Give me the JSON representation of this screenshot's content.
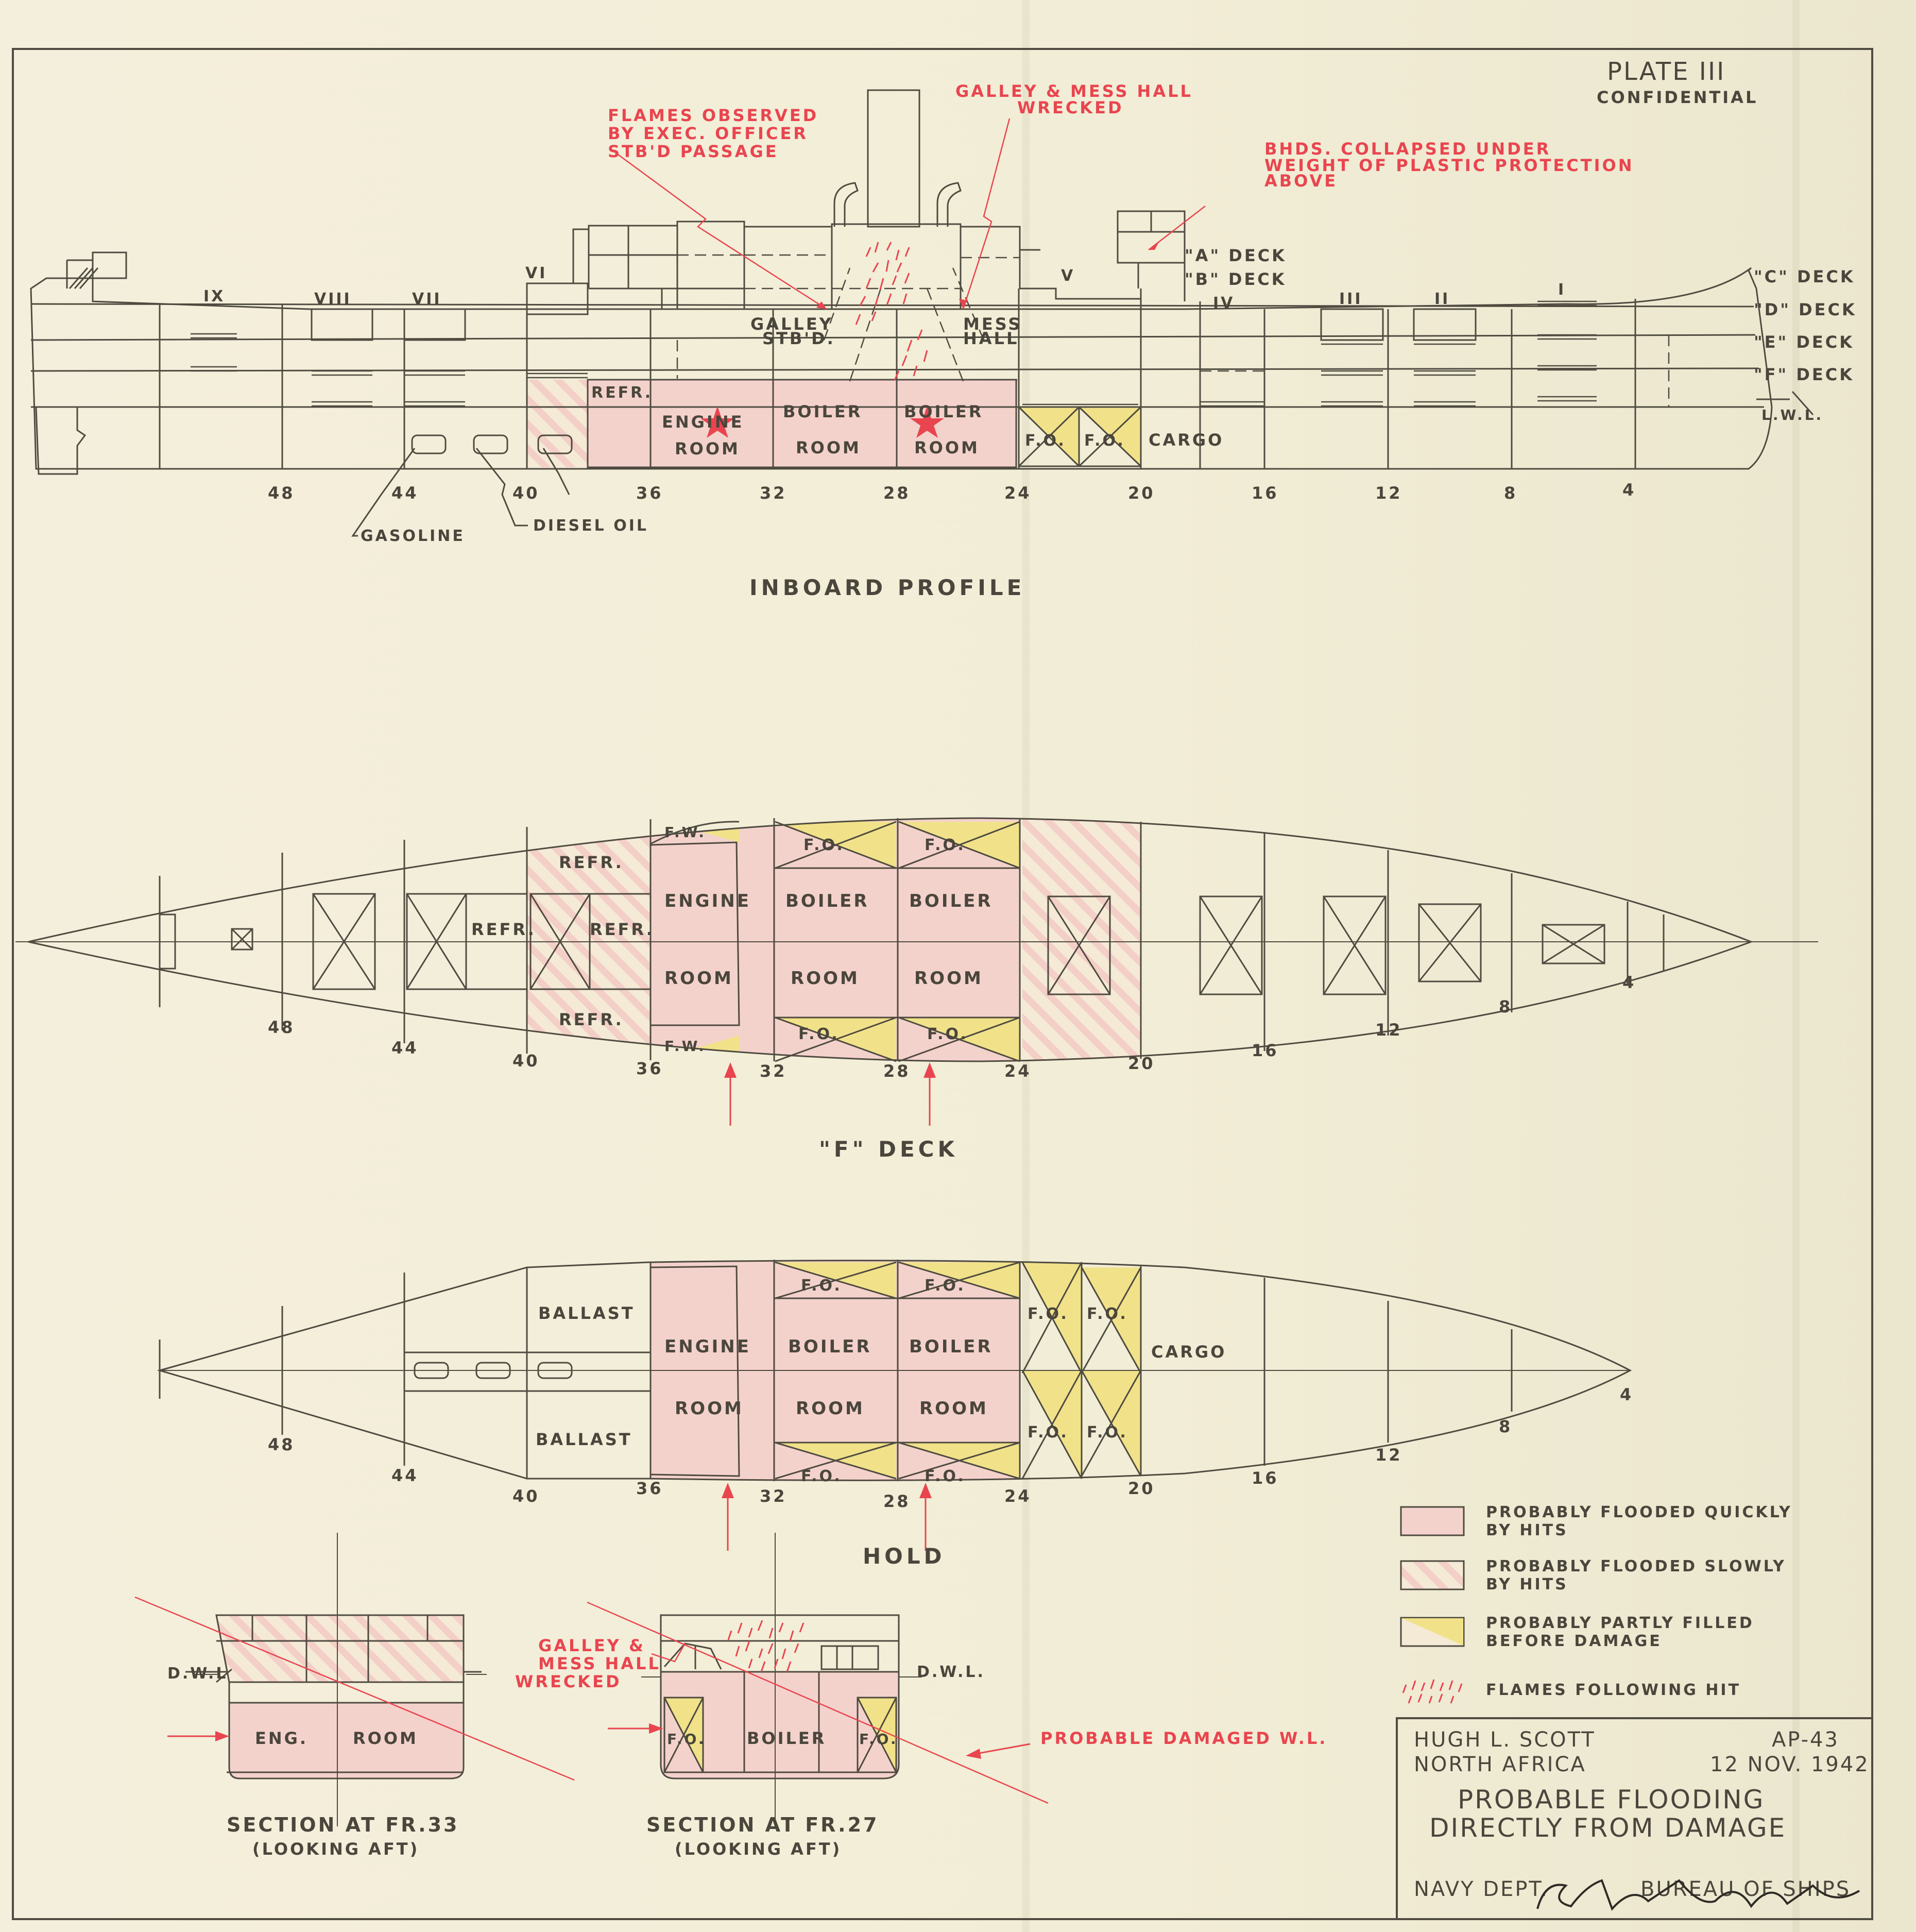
{
  "plate": {
    "label": "PLATE III",
    "classification": "CONFIDENTIAL"
  },
  "colors": {
    "flooded_quickly": "#f4d2cc",
    "partly_filled": "#f1e28a",
    "lines": "#4f4b40",
    "annotation": "#e9454f"
  },
  "profile": {
    "title": "INBOARD PROFILE",
    "decks": [
      "\"A\" DECK",
      "\"B\" DECK",
      "\"C\" DECK",
      "\"D\" DECK",
      "\"E\" DECK",
      "\"F\" DECK"
    ],
    "waterline": "L.W.L.",
    "frames": [
      "48",
      "44",
      "40",
      "36",
      "32",
      "28",
      "24",
      "20",
      "16",
      "12",
      "8",
      "4"
    ],
    "holds": [
      "IX",
      "VIII",
      "VII",
      "VI",
      "V",
      "IV",
      "III",
      "II",
      "I"
    ],
    "spaces": {
      "refr": "REFR.",
      "engine": "ENGINE",
      "boiler": "BOILER",
      "room": "ROOM",
      "fo": "F.O.",
      "cargo": "CARGO",
      "galley": "GALLEY",
      "stbd": "STB'D.",
      "mess": "MESS",
      "hall": "HALL"
    },
    "tanks": {
      "gasoline": "GASOLINE",
      "diesel": "DIESEL OIL"
    },
    "notes": {
      "flames": [
        "FLAMES OBSERVED",
        "BY EXEC. OFFICER",
        "STB'D PASSAGE"
      ],
      "galley": [
        "GALLEY & MESS HALL",
        "WRECKED"
      ],
      "bhds": [
        "BHDS. COLLAPSED UNDER",
        "WEIGHT OF PLASTIC PROTECTION",
        "ABOVE"
      ]
    }
  },
  "fdeck": {
    "title": "\"F\" DECK",
    "frames": [
      "48",
      "44",
      "40",
      "36",
      "32",
      "28",
      "24",
      "20",
      "16",
      "12",
      "8",
      "4"
    ],
    "spaces": {
      "refr": "REFR.",
      "engine": "ENGINE",
      "boiler": "BOILER",
      "room": "ROOM",
      "fo": "F.O.",
      "fw": "F.W."
    }
  },
  "hold": {
    "title": "HOLD",
    "frames": [
      "48",
      "44",
      "40",
      "36",
      "32",
      "28",
      "24",
      "20",
      "16",
      "12",
      "8",
      "4"
    ],
    "spaces": {
      "ballast": "BALLAST",
      "engine": "ENGINE",
      "boiler": "BOILER",
      "room": "ROOM",
      "fo": "F.O.",
      "cargo": "CARGO"
    }
  },
  "sections": [
    {
      "title": "SECTION AT FR.33",
      "subtitle": "(LOOKING AFT)",
      "labels": [
        "ENG.",
        "ROOM"
      ],
      "dwl": "D.W.L"
    },
    {
      "title": "SECTION AT FR.27",
      "subtitle": "(LOOKING AFT)",
      "labels": [
        "F.O.",
        "BOILER",
        "F.O."
      ],
      "dwl": "D.W.L.",
      "note": [
        "GALLEY &",
        "MESS HALL",
        "WRECKED"
      ]
    }
  ],
  "damaged_wl": "PROBABLE DAMAGED W.L.",
  "legend": [
    {
      "text": [
        "PROBABLY FLOODED QUICKLY",
        "BY HITS"
      ]
    },
    {
      "text": [
        "PROBABLY FLOODED SLOWLY",
        "BY HITS"
      ]
    },
    {
      "text": [
        "PROBABLY PARTLY FILLED",
        "BEFORE DAMAGE"
      ]
    },
    {
      "text": [
        "FLAMES FOLLOWING HIT"
      ]
    }
  ],
  "title_block": {
    "ship": "HUGH L. SCOTT",
    "hull": "AP-43",
    "location": "NORTH AFRICA",
    "date": "12 NOV. 1942",
    "title": [
      "PROBABLE FLOODING",
      "DIRECTLY FROM DAMAGE"
    ],
    "dept": "NAVY DEPT.",
    "bureau": "BUREAU OF SHIPS"
  }
}
